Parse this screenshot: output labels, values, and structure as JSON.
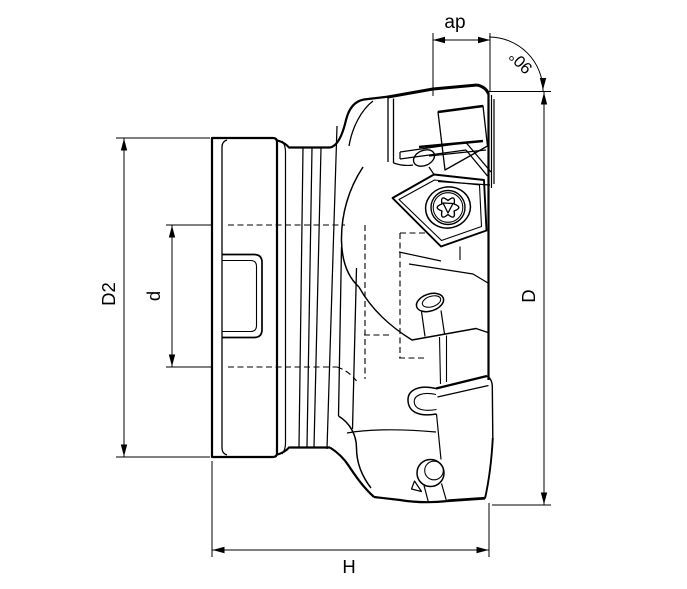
{
  "drawing": {
    "line_color": "#000000",
    "background_color": "#ffffff",
    "labels": {
      "depth_of_cut": "ap",
      "corner_angle": "90°",
      "rear_diameter": "D2",
      "bore_diameter": "d",
      "cutting_diameter": "D",
      "height": "H"
    }
  }
}
